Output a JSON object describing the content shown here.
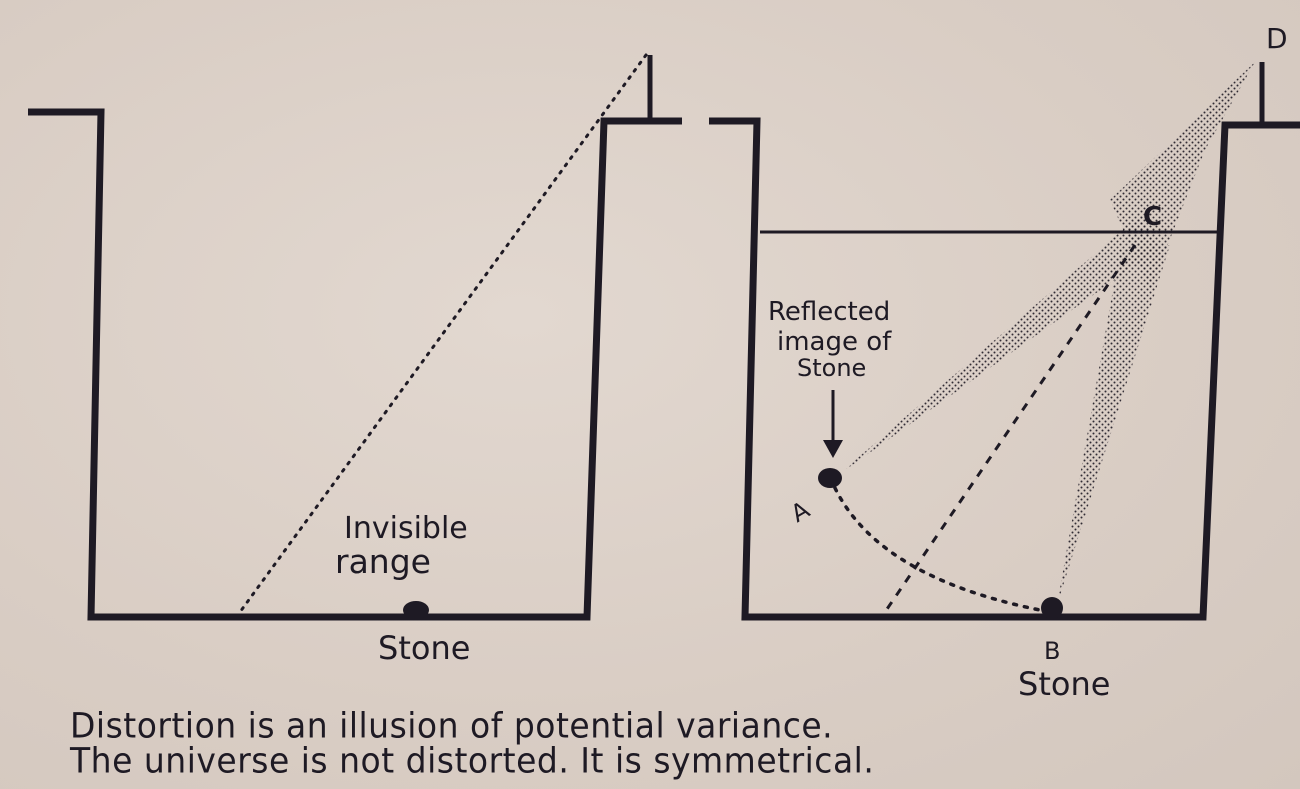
{
  "diagram": {
    "labels": {
      "invisible_range_line1": "Invisible",
      "invisible_range_line2": "range",
      "stone_left": "Stone",
      "reflected_line1": "Reflected",
      "reflected_line2": "image of",
      "reflected_line3": "Stone",
      "point_a": "A",
      "point_b": "B",
      "point_c": "C",
      "point_d": "D",
      "stone_right": "Stone"
    },
    "caption": {
      "line1": "Distortion is an illusion of potential variance.",
      "line2": "The universe is not distorted. It is symmetrical."
    },
    "colors": {
      "ink": "#1e1a24",
      "paper": "#dcd1c9"
    }
  }
}
